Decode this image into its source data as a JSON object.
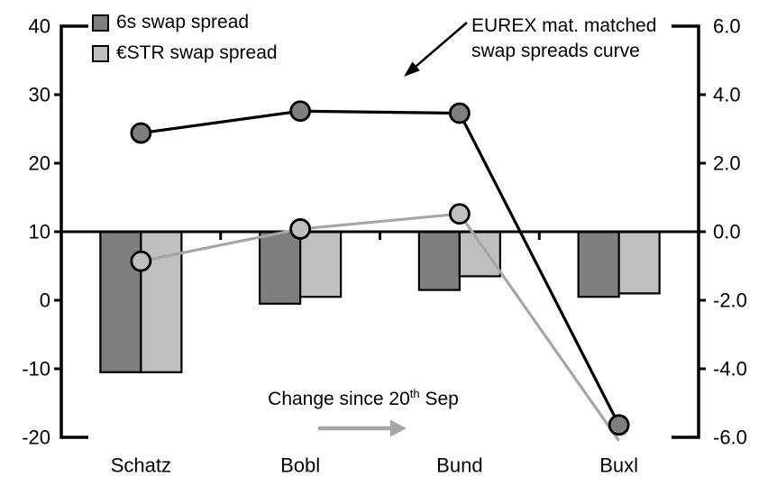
{
  "legend": [
    {
      "label": "6s swap spread",
      "color": "#7f7f7f"
    },
    {
      "label": "€STR swap spread",
      "color": "#bfbfbf"
    }
  ],
  "annotations": {
    "curve_label_line1": "EUREX mat. matched",
    "curve_label_line2": "swap spreads curve",
    "change_label_prefix": "Change since 20",
    "change_label_sup": "th",
    "change_label_suffix": " Sep"
  },
  "chart_data": {
    "type": "combo-bar-line",
    "categories": [
      "Schatz",
      "Bobl",
      "Bund",
      "Buxl"
    ],
    "left_axis": {
      "tick_labels": [
        "40",
        "30",
        "20",
        "10",
        "0",
        "-10",
        "-20"
      ],
      "tick_values": [
        40,
        30,
        20,
        10,
        0,
        -10,
        -20
      ],
      "min": -20,
      "max": 40
    },
    "right_axis": {
      "tick_labels": [
        "6.0",
        "4.0",
        "2.0",
        "0.0",
        "-2.0",
        "-4.0",
        "-6.0"
      ],
      "tick_values": [
        6,
        4,
        2,
        0,
        -2,
        -4,
        -6
      ],
      "min": -6,
      "max": 6
    },
    "bar_series": [
      {
        "name": "6s swap spread",
        "axis": "right",
        "fill": "#7f7f7f",
        "values": [
          -4.1,
          -2.1,
          -1.7,
          -1.9
        ]
      },
      {
        "name": "€STR swap spread",
        "axis": "right",
        "fill": "#bfbfbf",
        "values": [
          -4.1,
          -1.9,
          -1.3,
          -1.8
        ]
      }
    ],
    "line_series": [
      {
        "name": "€STR swap spread curve",
        "axis": "left",
        "stroke": "#a6a6a6",
        "marker_fill": "#bfbfbf",
        "values": [
          5.7,
          10.4,
          12.6,
          -20.5
        ],
        "markers": [
          true,
          true,
          true,
          false
        ]
      },
      {
        "name": "6s swap spread curve",
        "axis": "left",
        "stroke": "#000000",
        "marker_fill": "#7f7f7f",
        "values": [
          24.4,
          27.6,
          27.3,
          -18.2
        ],
        "markers": [
          true,
          true,
          true,
          true
        ]
      }
    ],
    "colors": {
      "axis": "#000000",
      "gray_arrow": "#a6a6a6",
      "black_arrow": "#000000",
      "text": "#000000"
    },
    "legend_position": "top-left",
    "grid": false
  }
}
